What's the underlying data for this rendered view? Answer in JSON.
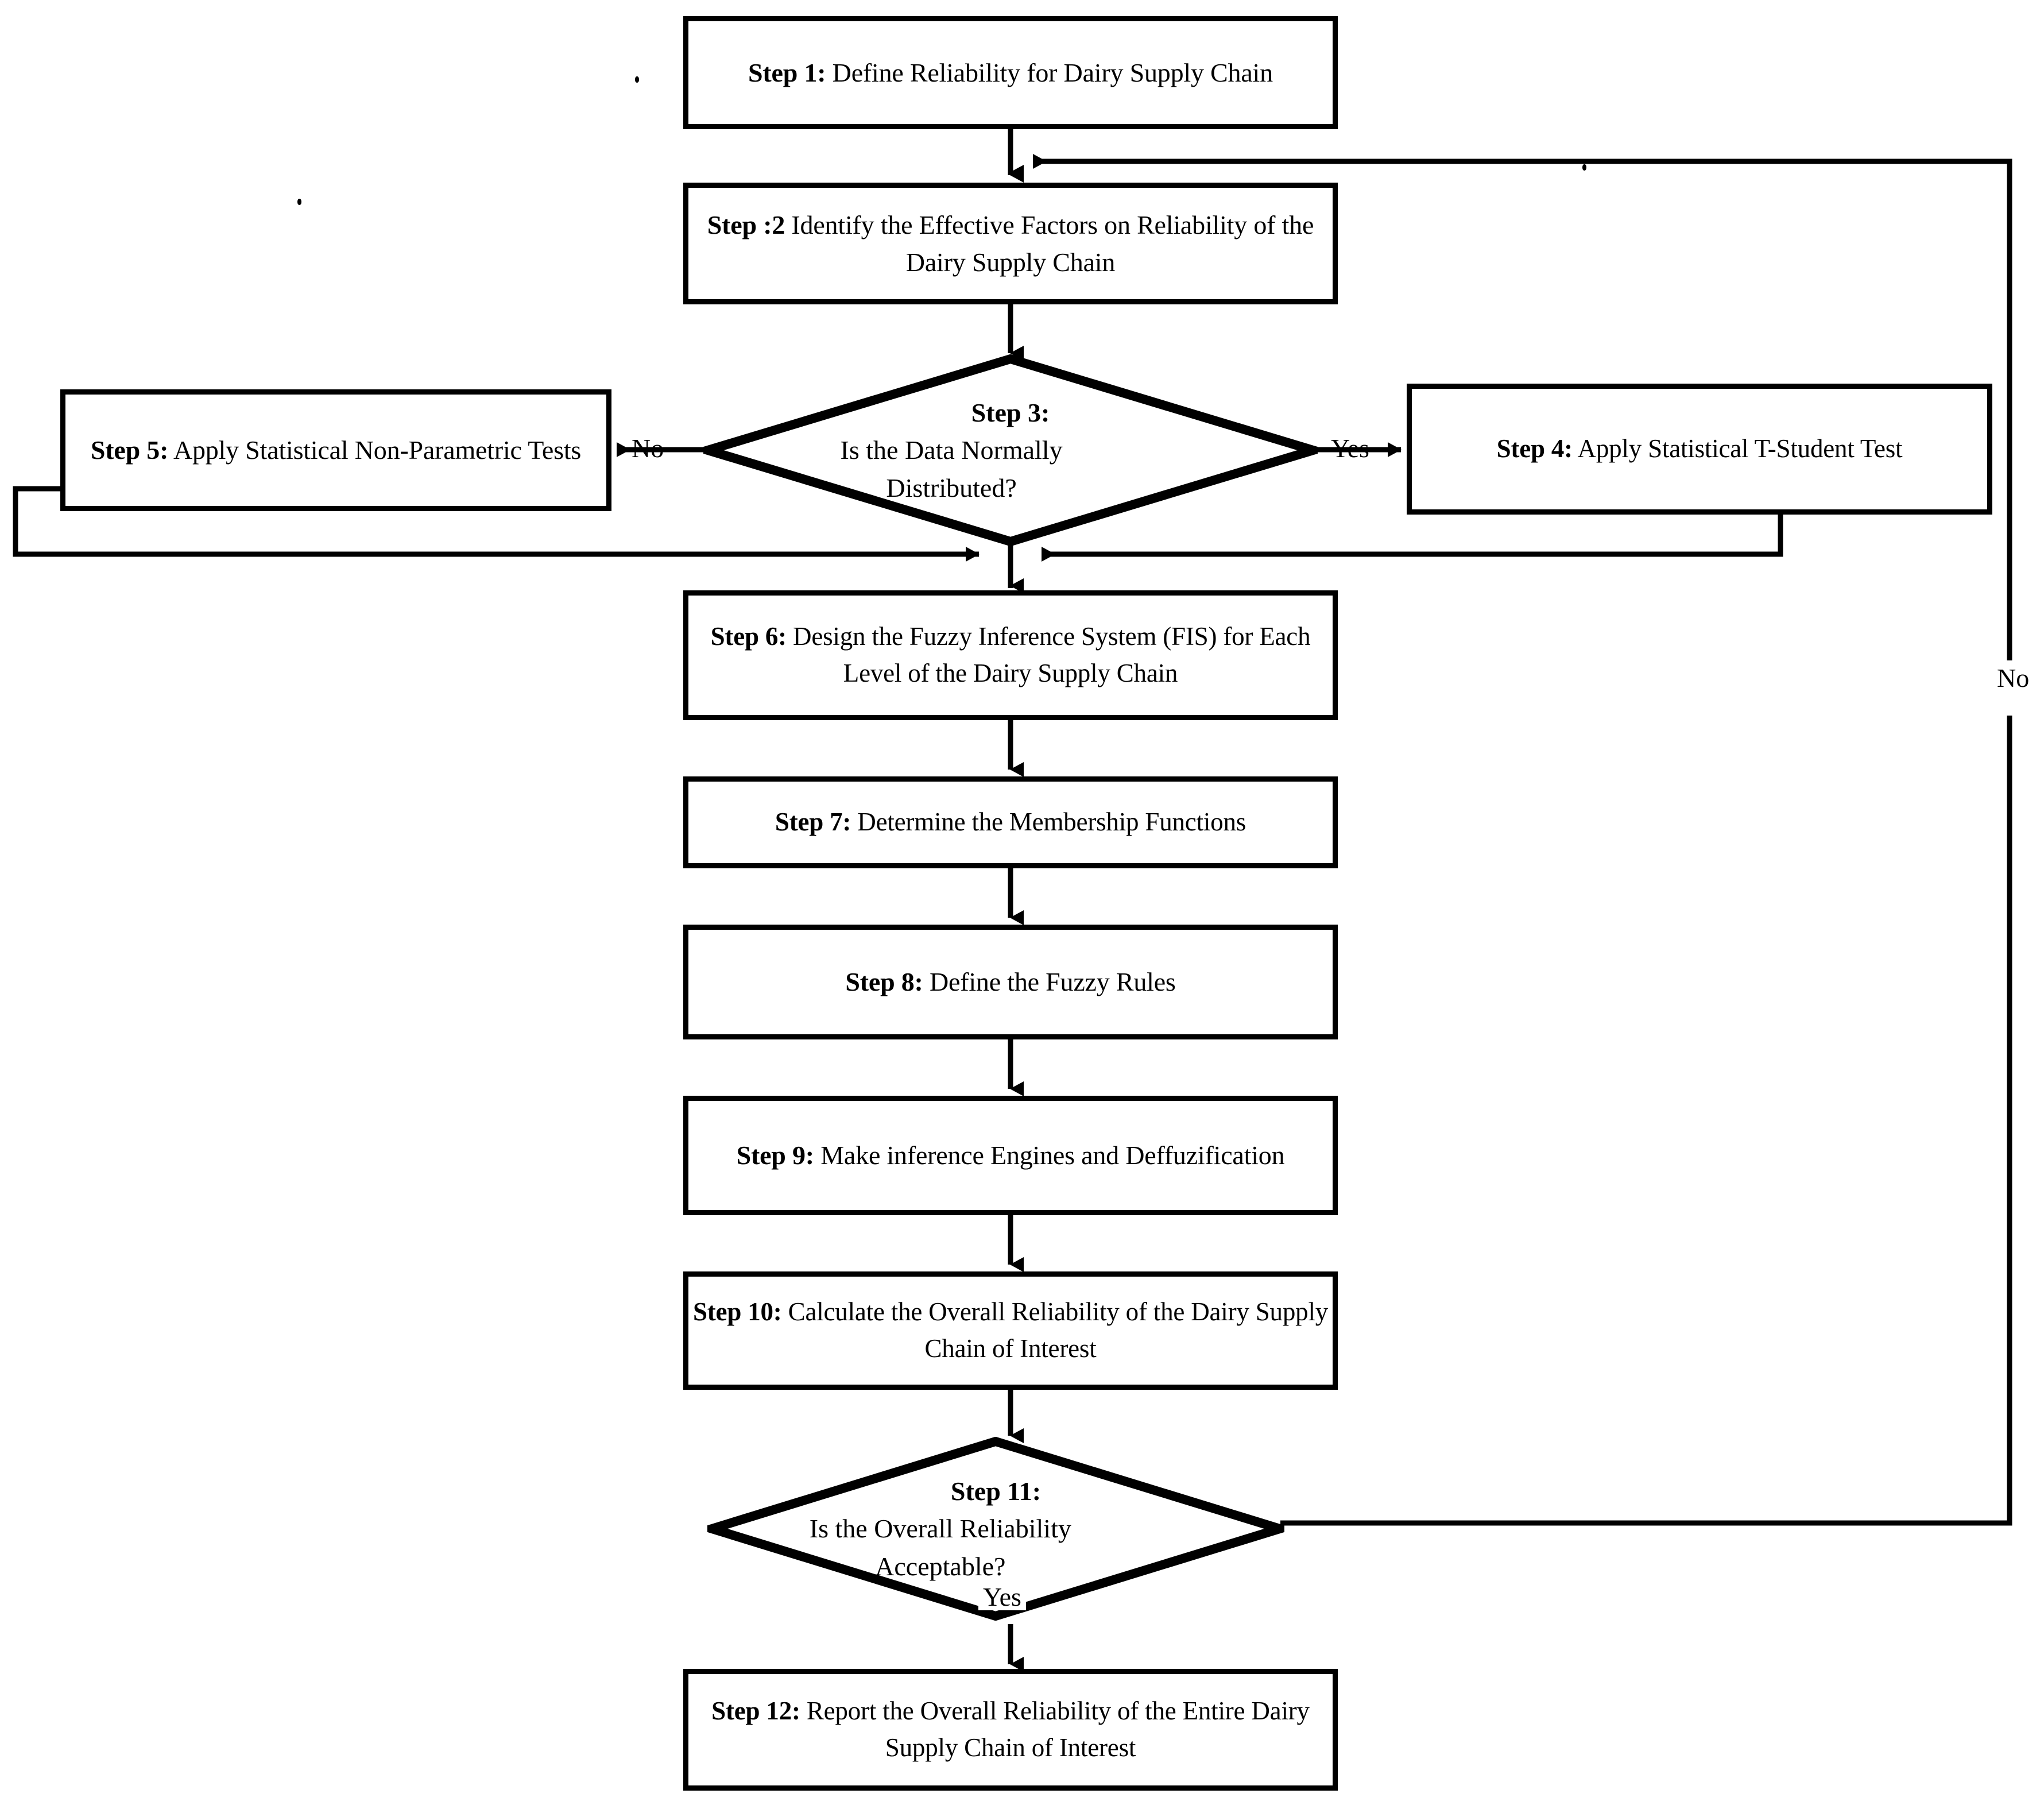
{
  "diagram": {
    "title": "Dairy Supply Chain Reliability Assessment Flowchart",
    "line_color": "#000000",
    "background_color": "#ffffff"
  },
  "nodes": {
    "step1": {
      "shape": "process",
      "label_bold": "Step 1:",
      "label_rest": " Define Reliability for Dairy Supply Chain"
    },
    "step2": {
      "shape": "process",
      "label_bold": "Step  :2",
      "label_rest": " Identify the Effective Factors on Reliability of the Dairy Supply Chain"
    },
    "step3": {
      "shape": "decision",
      "label_bold": "Step 3:",
      "label_rest": " Is the Data Normally Distributed?"
    },
    "step4": {
      "shape": "process",
      "label_bold": "Step 4:",
      "label_rest": " Apply Statistical T-Student Test"
    },
    "step5": {
      "shape": "process",
      "label_bold": "Step 5:",
      "label_rest": " Apply Statistical Non-Parametric Tests"
    },
    "step6": {
      "shape": "process",
      "label_bold": "Step 6:",
      "label_rest": " Design the Fuzzy Inference System (FIS) for Each Level of the Dairy Supply Chain"
    },
    "step7": {
      "shape": "process",
      "label_bold": "Step 7:",
      "label_rest": " Determine the Membership Functions"
    },
    "step8": {
      "shape": "process",
      "label_bold": "Step 8:",
      "label_rest": " Define the Fuzzy Rules"
    },
    "step9": {
      "shape": "process",
      "label_bold": "Step 9:",
      "label_rest": " Make inference Engines and Deffuzification"
    },
    "step10": {
      "shape": "process",
      "label_bold": "Step 10:",
      "label_rest": " Calculate the Overall Reliability of the Dairy Supply Chain of Interest"
    },
    "step11": {
      "shape": "decision",
      "label_bold": "Step 11:",
      "label_rest": " Is the Overall Reliability Acceptable?"
    },
    "step12": {
      "shape": "process",
      "label_bold": "Step 12:",
      "label_rest": " Report the Overall Reliability of the Entire Dairy Supply Chain of Interest"
    }
  },
  "edge_labels": {
    "step3_no": "No",
    "step3_yes": "Yes",
    "step11_no": "No",
    "step11_yes": "Yes"
  }
}
